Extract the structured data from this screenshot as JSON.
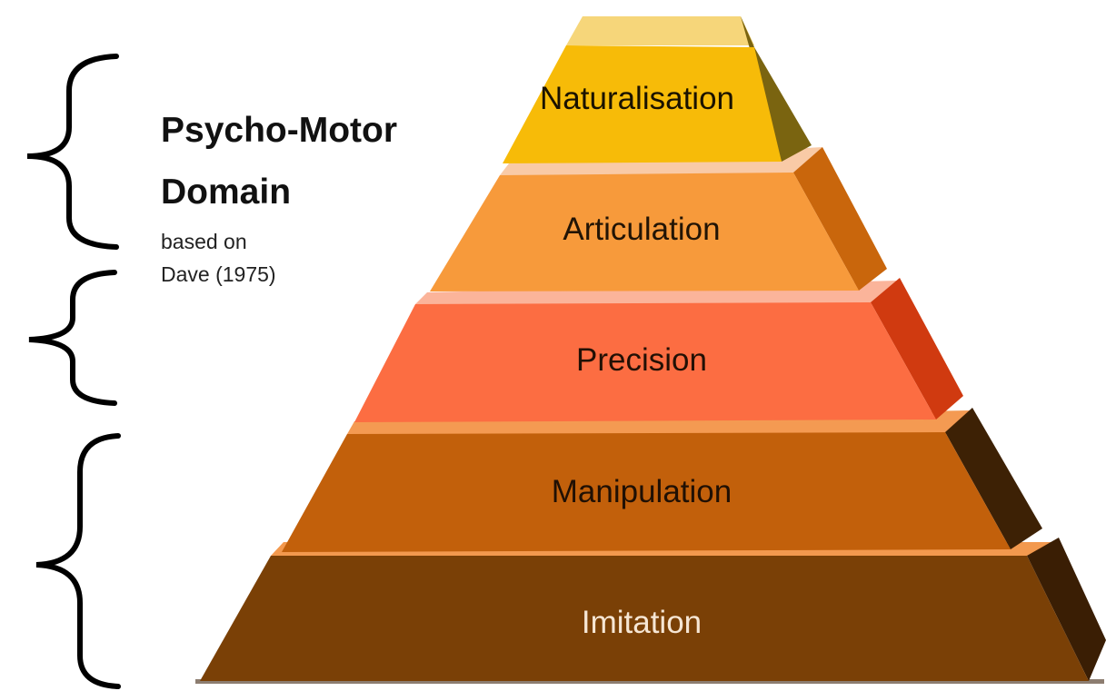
{
  "title": {
    "line1": "Psycho-Motor",
    "line2": "Domain"
  },
  "subtitle": {
    "line1": "based on",
    "line2": "Dave (1975)"
  },
  "tiers": [
    {
      "label": "Naturalisation",
      "front": "#f7bb08",
      "side": "#7a6410",
      "top": "#f6d67a",
      "text_color": "#1a1200"
    },
    {
      "label": "Articulation",
      "front": "#f79a3b",
      "side": "#c9660c",
      "top": "#f9caa6",
      "text_color": "#221405"
    },
    {
      "label": "Precision",
      "front": "#fc6d42",
      "side": "#d03a10",
      "top": "#fbb49a",
      "text_color": "#221005"
    },
    {
      "label": "Manipulation",
      "front": "#c2600b",
      "side": "#3d2105",
      "top": "#f49a52",
      "text_color": "#201004"
    },
    {
      "label": "Imitation",
      "front": "#7a4006",
      "side": "#3a1e04",
      "top": "#f3994e",
      "text_color": "#f6e6d4"
    }
  ],
  "colors": {
    "brace": "#000000",
    "ground_shadow": "#8c7d70"
  }
}
